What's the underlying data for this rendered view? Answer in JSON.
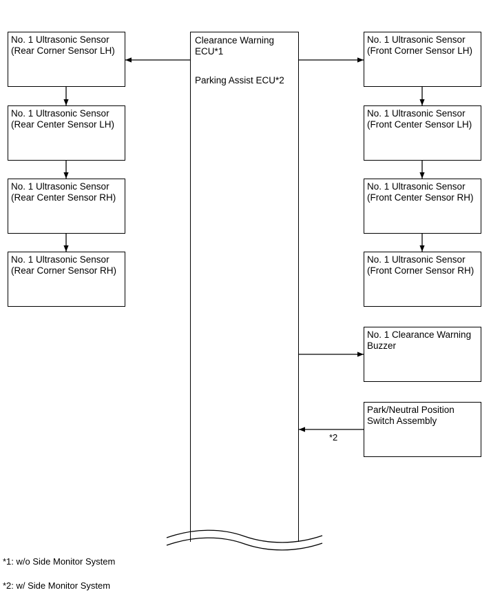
{
  "ecu": {
    "line1": "Clearance Warning",
    "line2": "ECU*1",
    "line3": "Parking Assist ECU*2"
  },
  "left_boxes": [
    {
      "line1": "No. 1 Ultrasonic Sensor",
      "line2": "(Rear Corner Sensor LH)"
    },
    {
      "line1": "No. 1 Ultrasonic Sensor",
      "line2": "(Rear Center Sensor LH)"
    },
    {
      "line1": "No. 1 Ultrasonic Sensor",
      "line2": "(Rear Center Sensor RH)"
    },
    {
      "line1": "No. 1 Ultrasonic Sensor",
      "line2": "(Rear Corner Sensor RH)"
    }
  ],
  "right_boxes": [
    {
      "line1": "No. 1 Ultrasonic Sensor",
      "line2": "(Front Corner Sensor LH)"
    },
    {
      "line1": "No. 1 Ultrasonic Sensor",
      "line2": "(Front Center Sensor LH)"
    },
    {
      "line1": "No. 1 Ultrasonic Sensor",
      "line2": "(Front Center Sensor RH)"
    },
    {
      "line1": "No. 1 Ultrasonic Sensor",
      "line2": "(Front Corner Sensor RH)"
    },
    {
      "line1": "No. 1 Clearance Warning",
      "line2": "Buzzer"
    },
    {
      "line1": "Park/Neutral Position",
      "line2": "Switch Assembly"
    }
  ],
  "switch_arrow_label": "*2",
  "notes": {
    "note1": "*1: w/o Side Monitor System",
    "note2": "*2: w/ Side Monitor System"
  }
}
